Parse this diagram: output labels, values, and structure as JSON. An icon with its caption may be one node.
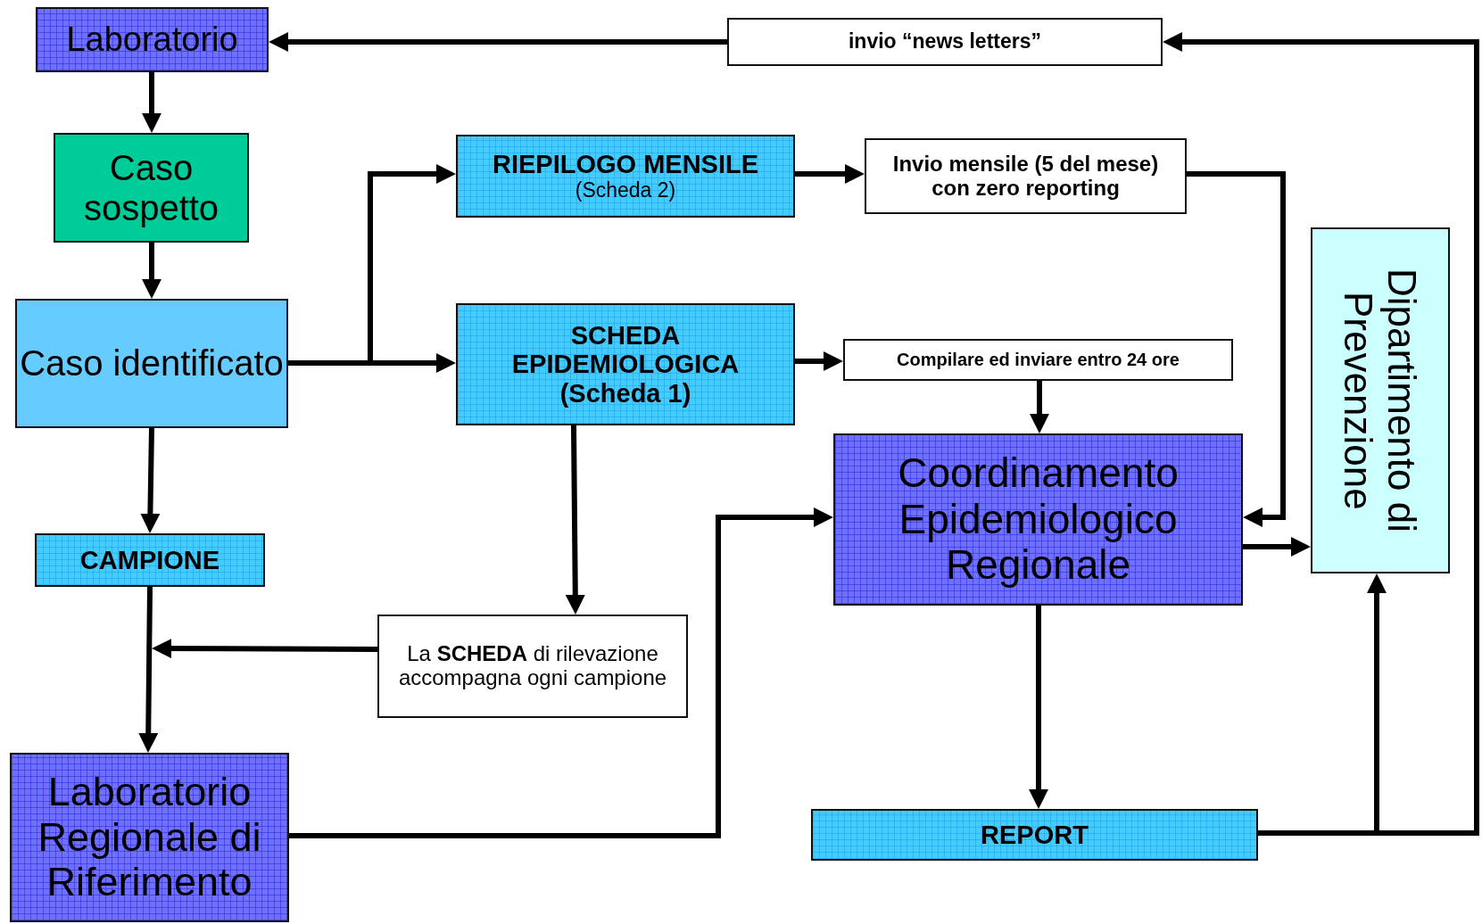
{
  "diagram": {
    "nodes": [
      {
        "text": [
          "Laboratorio"
        ]
      },
      {
        "text": [
          "Caso sospetto"
        ]
      },
      {
        "text": [
          "Caso identificato"
        ]
      },
      {
        "text": [
          "CAMPIONE"
        ]
      },
      {
        "text": [
          "Laboratorio Regionale di Riferimento"
        ]
      },
      {
        "text": [
          "RIEPILOGO MENSILE",
          "(Scheda 2)"
        ]
      },
      {
        "text": [
          "SCHEDA EPIDEMIOLOGICA (Scheda 1)"
        ]
      },
      {
        "text": [
          "invio “news letters”"
        ]
      },
      {
        "text": [
          "Invio mensile (5 del mese) con zero reporting"
        ]
      },
      {
        "text": [
          "Compilare ed inviare entro 24 ore"
        ]
      },
      {
        "text": [
          "Coordinamento Epidemiologico Regionale"
        ]
      },
      {
        "text": [
          "Dipartimento di Prevenzione"
        ]
      },
      {
        "text": [
          "La **SCHEDA** di rilevazione accompagna ogni campione"
        ]
      },
      {
        "text": [
          "REPORT"
        ]
      }
    ],
    "edges": [
      {
        "from": 0,
        "to": 1,
        "arrow": "to"
      },
      {
        "from": 1,
        "to": 2,
        "arrow": "to"
      },
      {
        "from": 2,
        "to": 5,
        "arrow": "to"
      },
      {
        "from": 2,
        "to": 6,
        "arrow": "to"
      },
      {
        "from": 2,
        "to": 3,
        "arrow": "to"
      },
      {
        "from": 3,
        "to": 4,
        "arrow": "to"
      },
      {
        "from": 12,
        "to": null,
        "arrow": "to"
      },
      {
        "from": 6,
        "to": 12,
        "arrow": "to"
      },
      {
        "from": 5,
        "to": 8,
        "arrow": "to"
      },
      {
        "from": 6,
        "to": 9,
        "arrow": "to"
      },
      {
        "from": 8,
        "to": 10,
        "arrow": "to"
      },
      {
        "from": 9,
        "to": 10,
        "arrow": "to"
      },
      {
        "from": 4,
        "to": 10,
        "arrow": "to"
      },
      {
        "from": 10,
        "to": 11,
        "arrow": "to"
      },
      {
        "from": 10,
        "to": 13,
        "arrow": "to"
      },
      {
        "from": 13,
        "to": 11,
        "arrow": "to"
      },
      {
        "from": 13,
        "to": 7,
        "arrow": "to"
      },
      {
        "from": 7,
        "to": 0,
        "arrow": "to"
      }
    ]
  }
}
